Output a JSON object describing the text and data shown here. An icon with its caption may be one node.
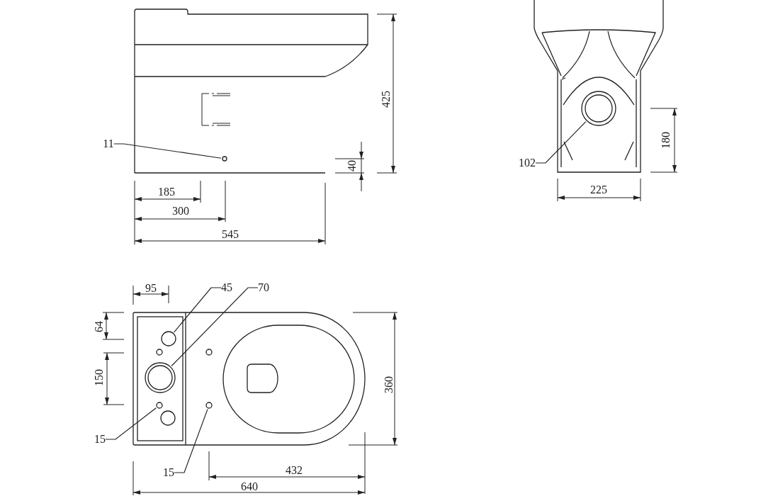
{
  "diagram": {
    "nodes": [
      {
        "text": [
          "11"
        ]
      },
      {
        "text": [],
        "shape": "circle"
      },
      {
        "text": [
          "102"
        ]
      },
      {
        "text": [],
        "shape": "circle"
      },
      {
        "text": [
          "45"
        ]
      },
      {
        "text": [],
        "shape": "circle"
      },
      {
        "text": [
          "70"
        ]
      },
      {
        "text": [],
        "shape": "circle"
      },
      {
        "text": [
          "15"
        ]
      },
      {
        "text": [],
        "shape": "circle"
      },
      {
        "text": [
          "15"
        ]
      },
      {
        "text": [],
        "shape": "circle"
      }
    ],
    "edges": [
      {
        "from": 0,
        "to": 1,
        "arrow": "none"
      },
      {
        "from": 2,
        "to": 3,
        "arrow": "none"
      },
      {
        "from": 4,
        "to": 5,
        "arrow": "none"
      },
      {
        "from": 6,
        "to": 7,
        "arrow": "none"
      },
      {
        "from": 8,
        "to": 9,
        "arrow": "none"
      },
      {
        "from": 10,
        "to": 11,
        "arrow": "none"
      }
    ],
    "labels": [
      "425",
      "40",
      "185",
      "300",
      "545",
      "180",
      "225",
      "95",
      "64",
      "150",
      "360",
      "432",
      "640"
    ]
  }
}
